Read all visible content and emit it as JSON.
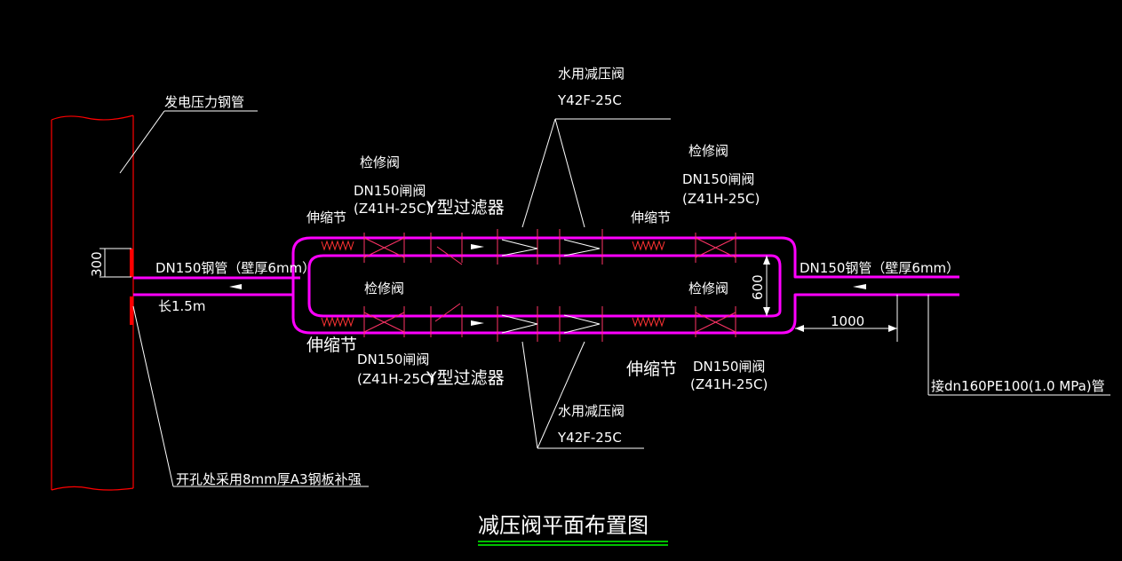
{
  "title": "减压阀平面布置图",
  "labels": {
    "generator_pipe": "发电压力钢管",
    "dim_300": "300",
    "dn150_left": "DN150钢管（壁厚6mm）",
    "length": "长1.5m",
    "reinforce_note": "开孔处采用8mm厚A3钢板补强",
    "top_prv_name": "水用减压阀",
    "top_prv_model": "Y42F-25C",
    "top_left_inspect": "检修阀",
    "top_left_gate": "DN150闸阀",
    "top_left_gate_model": "(Z41H-25C)",
    "top_filter": "Y型过滤器",
    "top_left_expansion": "伸缩节",
    "top_right_inspect": "检修阀",
    "top_right_gate": "DN150闸阀",
    "top_right_gate_model": "(Z41H-25C)",
    "top_right_expansion": "伸缩节",
    "mid_left_inspect": "检修阀",
    "mid_right_inspect": "检修阀",
    "dim_600": "600",
    "dn150_right": "DN150钢管（壁厚6mm）",
    "dim_1000": "1000",
    "outlet_note": "接dn160PE100(1.0 MPa)管",
    "bottom_left_expansion": "伸缩节",
    "bottom_left_gate": "DN150闸阀",
    "bottom_left_gate_model": "(Z41H-25C)",
    "bottom_filter": "Y型过滤器",
    "bottom_prv_name": "水用减压阀",
    "bottom_prv_model": "Y42F-25C",
    "bottom_right_expansion": "伸缩节",
    "bottom_right_gate": "DN150闸阀",
    "bottom_right_gate_model": "(Z41H-25C)"
  },
  "colors": {
    "background": "#000000",
    "pipe": "#ff00ff",
    "wall": "#ff0000",
    "text": "#ffffff",
    "dimension": "#ff00ff",
    "valve_cross": "#ff3366",
    "title_underline": "#00ff00"
  }
}
